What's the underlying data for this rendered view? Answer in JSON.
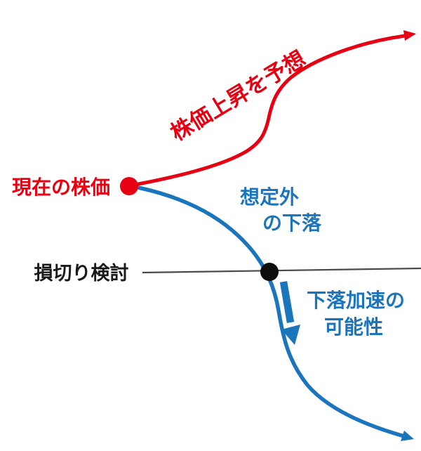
{
  "diagram": {
    "labels": {
      "current_price": "現在の株価",
      "rise_forecast": "株価上昇を予想",
      "unexpected_drop_line1": "想定外",
      "unexpected_drop_line2": "の下落",
      "stop_loss": "損切り検討",
      "drop_accel_line1": "下落加速の",
      "drop_accel_line2": "可能性"
    },
    "colors": {
      "red": "#e60012",
      "blue": "#1b75bc",
      "dot_black": "#0d0d0d",
      "line_gray": "#4a4a4a",
      "text_black": "#1a1a1a",
      "background": "#ffffff"
    }
  }
}
